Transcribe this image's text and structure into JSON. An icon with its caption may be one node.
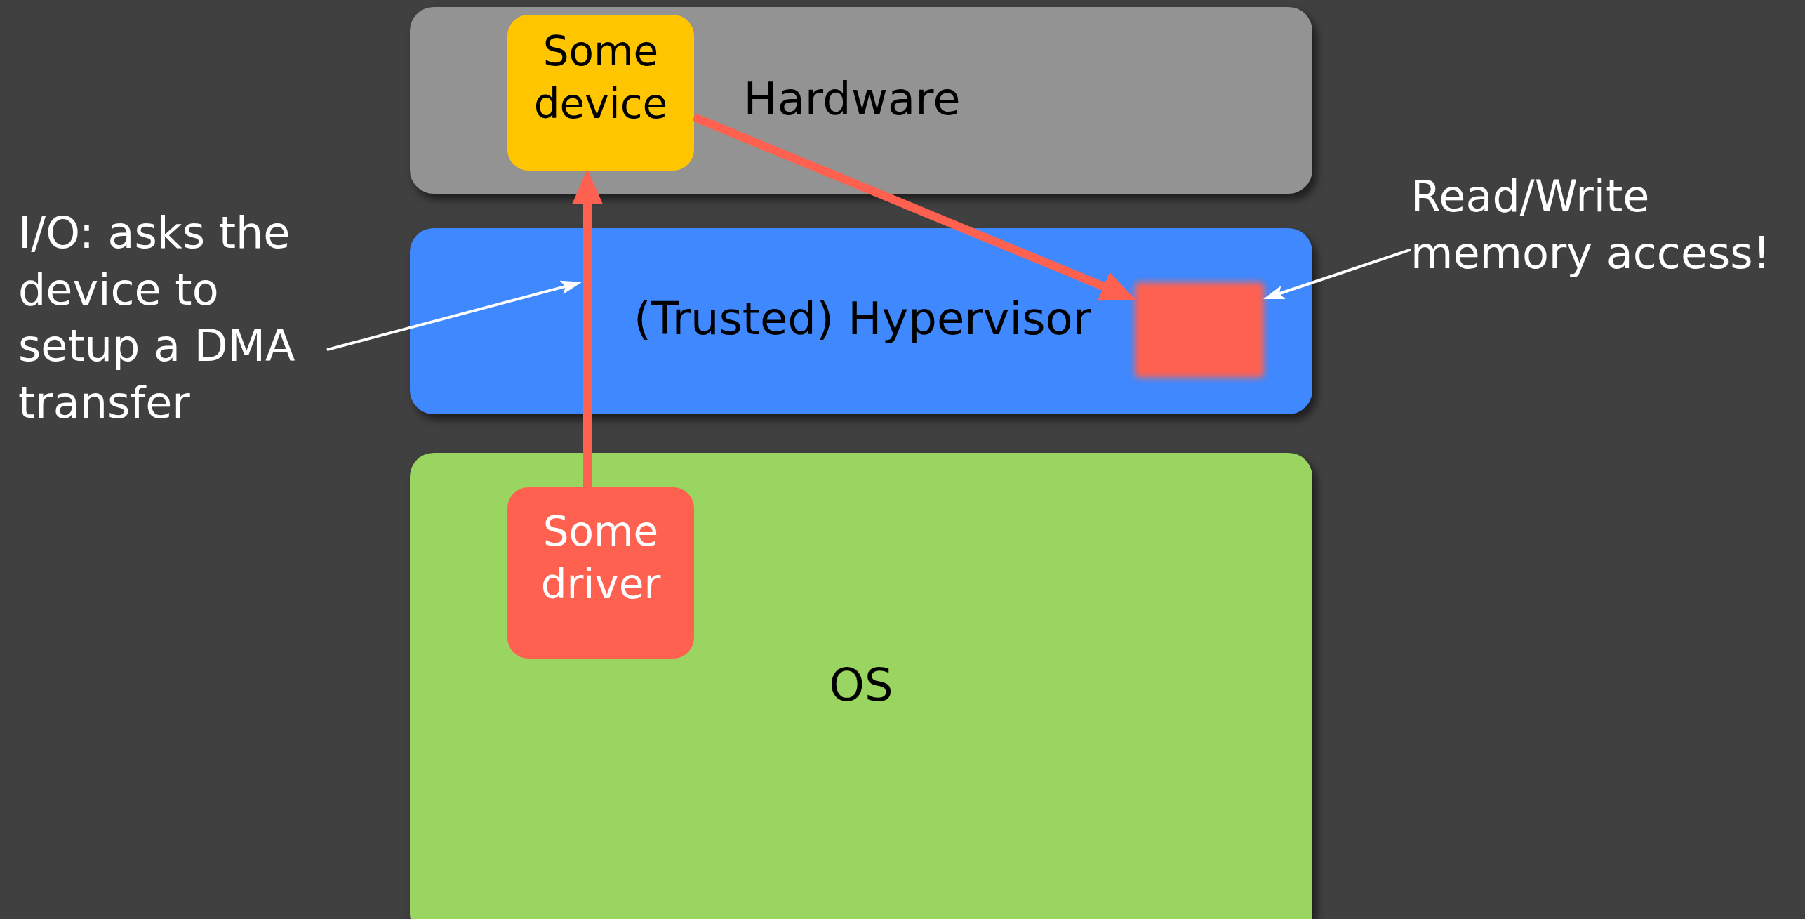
{
  "diagram": {
    "nodes": [
      {
        "text": [
          "Hardware"
        ]
      },
      {
        "text": [
          "Some device"
        ],
        "in": 0
      },
      {
        "text": [
          "(Trusted) Hypervisor"
        ]
      },
      {
        "text": [],
        "shape": "box",
        "in": 2
      },
      {
        "text": [
          "OS"
        ]
      },
      {
        "text": [
          "Some driver"
        ],
        "in": 4
      },
      {
        "text": [
          "I/O: asks the device to setup a DMA transfer"
        ]
      },
      {
        "text": [
          "Read/Write memory access!"
        ]
      }
    ],
    "edges": [
      {
        "from": 5,
        "to": 1,
        "arrow": "to",
        "style": "thick",
        "color": "#ff6150"
      },
      {
        "from": 1,
        "to": 3,
        "arrow": "to",
        "style": "thick",
        "color": "#ff6150"
      },
      {
        "from": 6,
        "to": null,
        "arrow": "to",
        "color": "#ffffff"
      },
      {
        "from": 7,
        "to": 3,
        "arrow": "to",
        "color": "#ffffff"
      }
    ]
  }
}
